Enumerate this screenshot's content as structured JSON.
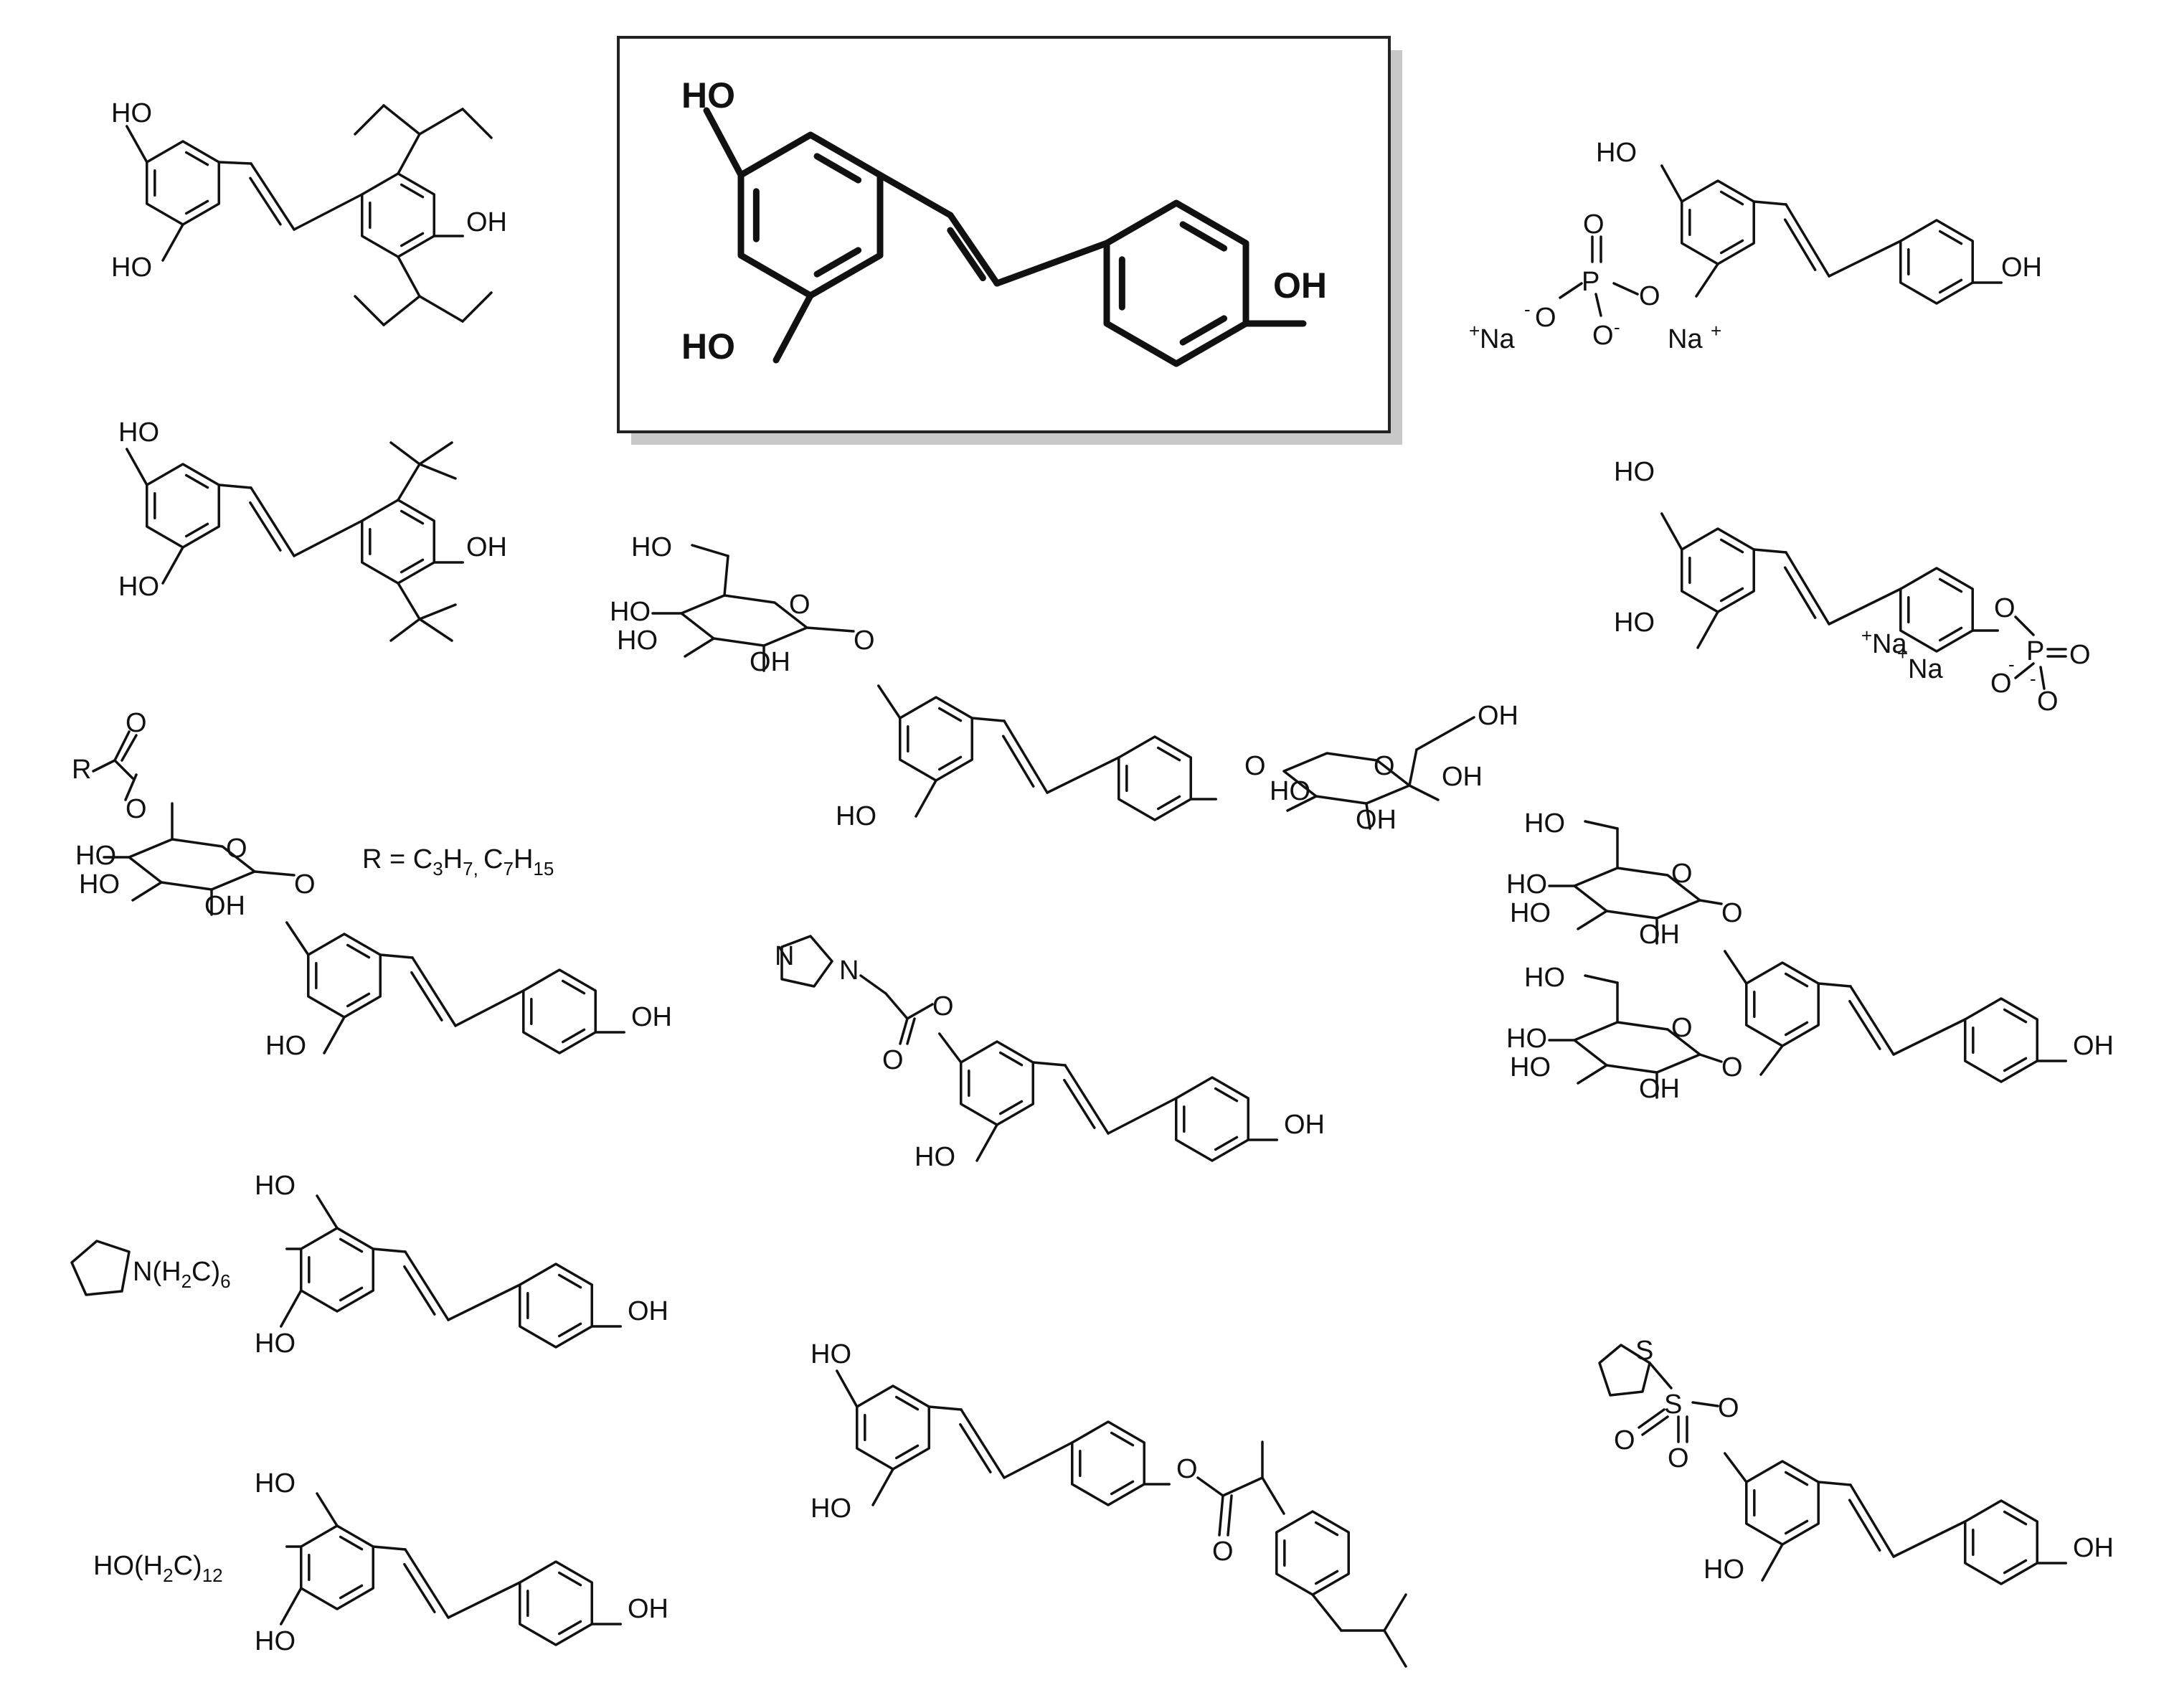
{
  "labels": {
    "hydroxyl": "HO",
    "hydroxyl_right": "OH",
    "oxygen": "O",
    "phosphorus": "P",
    "sulfur": "S",
    "nitrogen": "N",
    "sodium": "Na",
    "plus": "+",
    "minus": "-",
    "r_group": "R",
    "r_def_prefix": "R = C",
    "r_def_3": "3",
    "r_def_h7": "H",
    "r_def_7a": "7, ",
    "r_def_c2": "C",
    "r_def_7b": "7",
    "r_def_h15": "H",
    "r_def_15": "15",
    "pyrrolidine_chain_a": "(H",
    "pyrrolidine_chain_2": "2",
    "pyrrolidine_chain_c": "C)",
    "pyrrolidine_chain_6": "6",
    "hydroxy_chain_a": "HO(H",
    "hydroxy_chain_2": "2",
    "hydroxy_chain_c": "C)",
    "hydroxy_chain_12": "12"
  },
  "colors": {
    "bond": "#111111",
    "frame": "#222222",
    "shadow": "#c8c8c8"
  }
}
